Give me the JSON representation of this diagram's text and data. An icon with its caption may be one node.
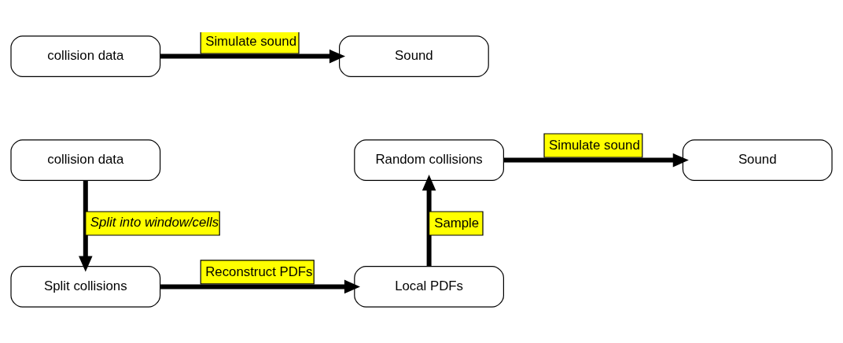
{
  "diagram": {
    "nodes": [
      {
        "text": [
          "collision data"
        ]
      },
      {
        "text": [
          "Sound"
        ]
      },
      {
        "text": [
          "collision data"
        ]
      },
      {
        "text": [
          "Random collisions"
        ]
      },
      {
        "text": [
          "Sound"
        ]
      },
      {
        "text": [
          "Split collisions"
        ]
      },
      {
        "text": [
          "Local PDFs"
        ]
      }
    ],
    "edges": [
      {
        "from": 0,
        "to": 1,
        "arrow": "to",
        "label": "Simulate sound"
      },
      {
        "from": 2,
        "to": 5,
        "arrow": "to",
        "label": "Split into window/cells"
      },
      {
        "from": 5,
        "to": 6,
        "arrow": "to",
        "label": "Reconstruct PDFs"
      },
      {
        "from": 6,
        "to": 3,
        "arrow": "to",
        "label": "Sample"
      },
      {
        "from": 3,
        "to": 4,
        "arrow": "to",
        "label": "Simulate sound"
      }
    ]
  }
}
